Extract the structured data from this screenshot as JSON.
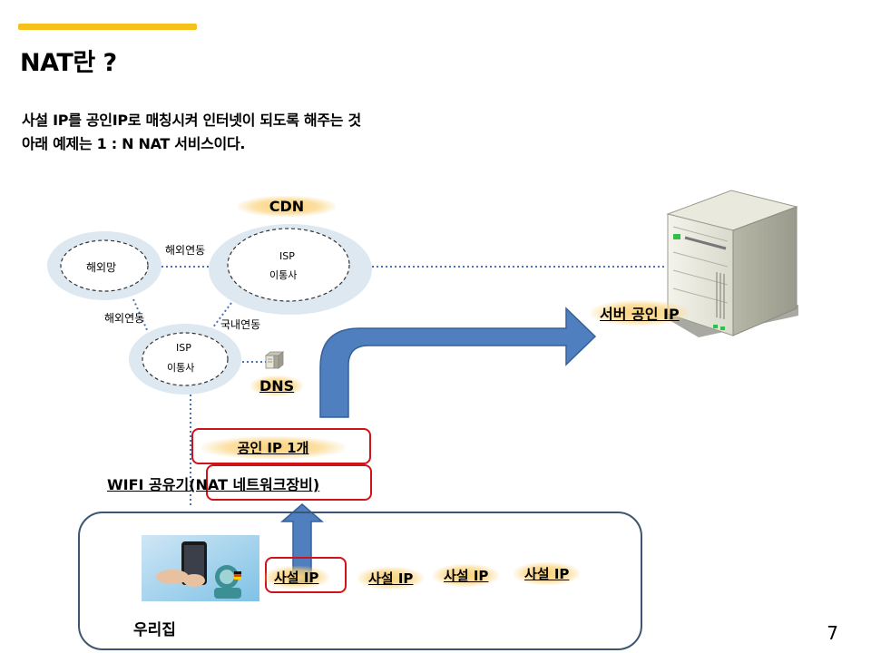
{
  "slide": {
    "title": "NAT란 ?",
    "description_line1": "사설 IP를 공인IP로 매칭시켜 인터넷이 되도록 해주는 것",
    "description_line2": "아래 예제는 1 : N  NAT 서비스이다.",
    "page_number": "7"
  },
  "network": {
    "cdn": "CDN",
    "overseas_net": "해외망",
    "isp_main_line1": "ISP",
    "isp_main_line2": "이통사",
    "isp_sub_line1": "ISP",
    "isp_sub_line2": "이통사",
    "link_overseas_top": "해외연동",
    "link_overseas_left": "해외연동",
    "link_domestic": "국내연동",
    "dns": "DNS",
    "server_public_ip": "서버 공인 IP"
  },
  "nat": {
    "public_ip_label": "공인 IP 1개",
    "router_prefix": "WIFI 공유기",
    "router_nat": "(NAT 네트워크장비)"
  },
  "home": {
    "label": "우리집",
    "private_ips": [
      "사설 IP",
      "사설 IP",
      "사설 IP",
      "사설 IP"
    ]
  },
  "colors": {
    "accent": "#f6c11a",
    "highlight": "#d0121a",
    "arrow_fill": "#4f7fbf",
    "arrow_stroke": "#35619a",
    "cloud": "#dde8f1",
    "home_border": "#3d5670"
  }
}
